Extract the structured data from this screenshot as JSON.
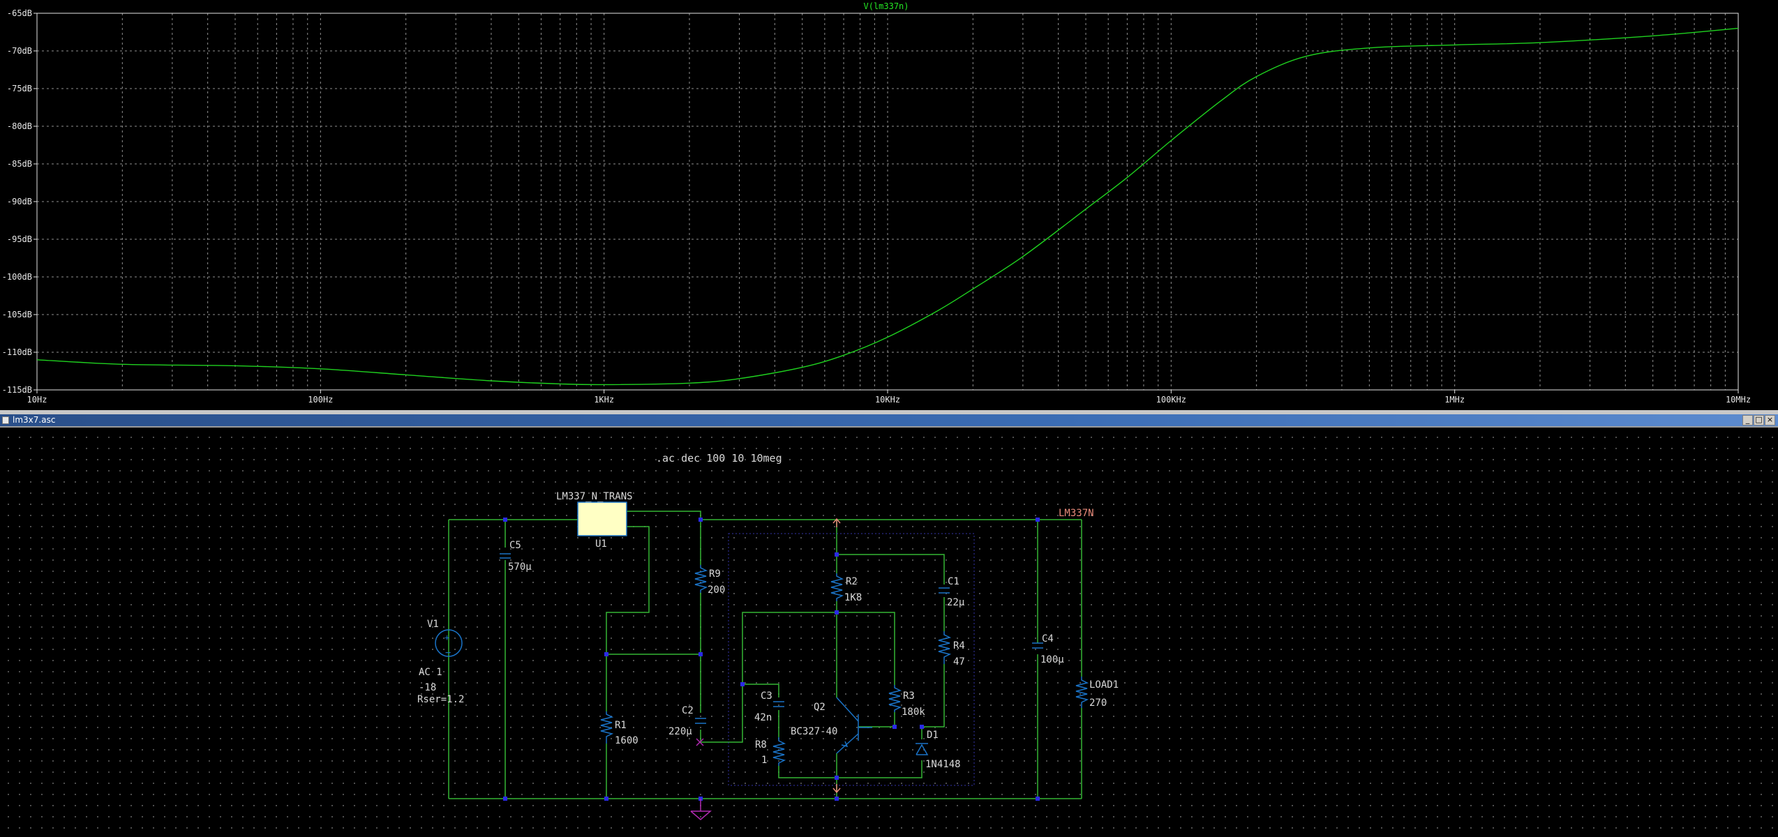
{
  "plot": {
    "trace_name": "V(lm337n)",
    "colors": {
      "trace": "#1fd11f",
      "axis": "#e6e6e6",
      "grid": "#8f8f8f",
      "title": "#24e624"
    },
    "y_ticks": [
      "-65dB",
      "-70dB",
      "-75dB",
      "-80dB",
      "-85dB",
      "-90dB",
      "-95dB",
      "-100dB",
      "-105dB",
      "-110dB",
      "-115dB"
    ],
    "x_ticks": [
      "10Hz",
      "100Hz",
      "1KHz",
      "10KHz",
      "100KHz",
      "1MHz",
      "10MHz"
    ]
  },
  "chart_data": {
    "type": "line",
    "title": "V(lm337n)",
    "xlabel": "",
    "ylabel": "",
    "x_scale": "log",
    "xlim": [
      10,
      10000000
    ],
    "ylim": [
      -115,
      -65
    ],
    "grid": true,
    "series": [
      {
        "name": "V(lm337n)",
        "x": [
          10,
          20,
          50,
          100,
          200,
          400,
          700,
          1000,
          2000,
          3000,
          5000,
          7000,
          10000,
          15000,
          20000,
          30000,
          50000,
          70000,
          100000,
          150000,
          200000,
          300000,
          500000,
          1000000,
          2000000,
          5000000,
          10000000
        ],
        "y": [
          -111.0,
          -111.6,
          -111.8,
          -112.2,
          -113.0,
          -113.8,
          -114.2,
          -114.3,
          -114.1,
          -113.5,
          -112.0,
          -110.4,
          -108.0,
          -104.5,
          -101.6,
          -97.3,
          -91.0,
          -86.8,
          -81.9,
          -76.6,
          -73.4,
          -70.7,
          -69.6,
          -69.2,
          -68.9,
          -68.0,
          -67.0
        ]
      }
    ]
  },
  "window": {
    "title": "lm3x7.asc",
    "minimize_symbol": "_",
    "restore_symbol": "□",
    "close_symbol": "×"
  },
  "schematic": {
    "directive": ".ac dec 100 10 10meg",
    "net_label": "LM337N",
    "colors": {
      "wire": "#34b534",
      "part": "#1a73c7",
      "text": "#d8d8d8",
      "netlabel": "#e88a7a",
      "junction": "#2a2ae8",
      "ground": "#b02ab0"
    },
    "u1": {
      "value": "LM337_N_TRANS",
      "ref": "U1"
    },
    "v1": {
      "ref": "V1",
      "line1": "AC 1",
      "line2": "-18",
      "line3": "Rser=1.2"
    },
    "c5": {
      "ref": "C5",
      "value": "570µ"
    },
    "r9": {
      "ref": "R9",
      "value": "200"
    },
    "r1": {
      "ref": "R1",
      "value": "1600"
    },
    "c2": {
      "ref": "C2",
      "value": "220µ"
    },
    "r2": {
      "ref": "R2",
      "value": "1K8"
    },
    "c1": {
      "ref": "C1",
      "value": "22µ"
    },
    "r4": {
      "ref": "R4",
      "value": "47"
    },
    "c3": {
      "ref": "C3",
      "value": "42n"
    },
    "r8": {
      "ref": "R8",
      "value": "1"
    },
    "q2": {
      "ref": "Q2",
      "value": "BC327-40"
    },
    "r3": {
      "ref": "R3",
      "value": "180k"
    },
    "d1": {
      "ref": "D1",
      "value": "1N4148"
    },
    "c4": {
      "ref": "C4",
      "value": "100µ"
    },
    "load1": {
      "ref": "LOAD1",
      "value": "270"
    }
  }
}
